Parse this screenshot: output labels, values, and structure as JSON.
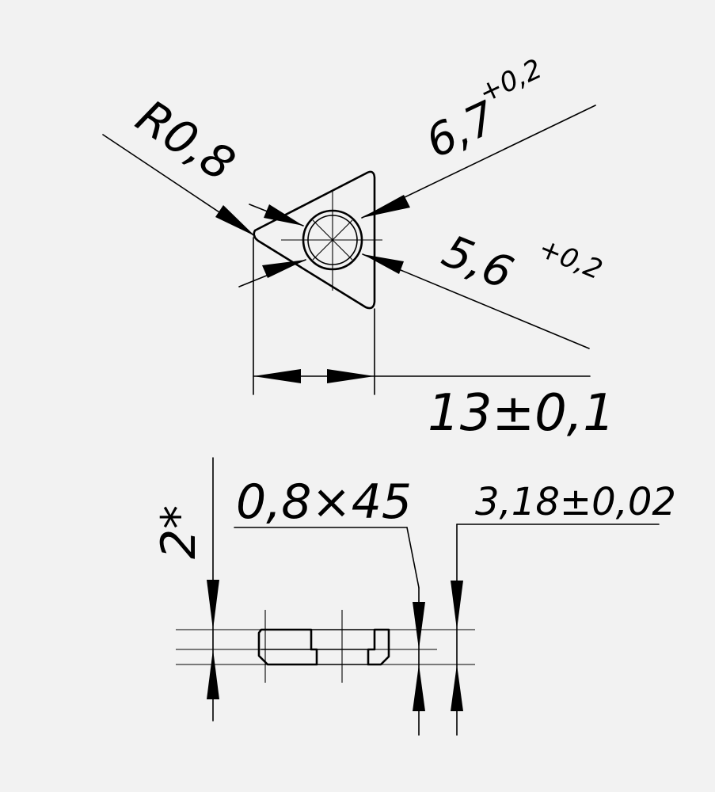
{
  "dimensions": {
    "radius": "R0,8",
    "outer_diameter": "6,7",
    "outer_diameter_tol": "+0,2",
    "inner_diameter": "5,6",
    "inner_diameter_tol": "+0,2",
    "width": "13±0,1",
    "chamfer": "0,8×45",
    "thickness": "3,18±0,02",
    "offset": "2*"
  }
}
